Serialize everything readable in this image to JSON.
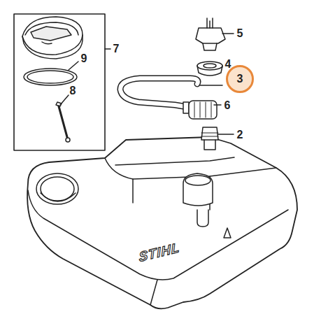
{
  "diagram": {
    "nodes": [
      {
        "text": [
          "3"
        ]
      }
    ],
    "labels": [
      "5",
      "4",
      "6",
      "2",
      "7",
      "9",
      "8",
      "STIHL"
    ]
  }
}
